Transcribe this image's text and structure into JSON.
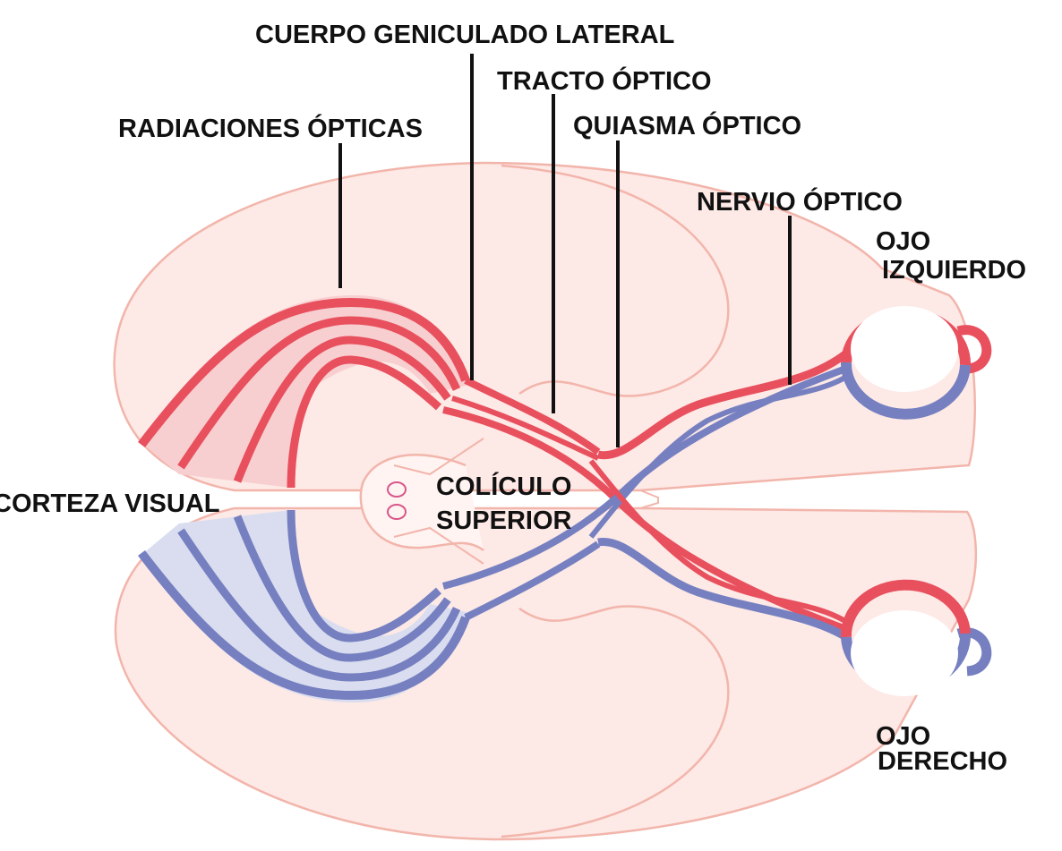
{
  "labels": {
    "lateral_geniculate": "CUERPO GENICULADO LATERAL",
    "optic_tract": "TRACTO ÓPTICO",
    "optic_radiations": "RADIACIONES ÓPTICAS",
    "optic_chiasm": "QUIASMA ÓPTICO",
    "optic_nerve": "NERVIO ÓPTICO",
    "left_eye_line1": "OJO",
    "left_eye_line2": "IZQUIERDO",
    "visual_cortex": "CORTEZA VISUAL",
    "superior_colliculus_line1": "COLÍCULO",
    "superior_colliculus_line2": "SUPERIOR",
    "right_eye_line1": "OJO",
    "right_eye_line2": "DERECHO"
  },
  "colors": {
    "brain_fill": "#fde9e6",
    "brain_outline": "#f2b5ab",
    "left_pathway": "#e8505e",
    "left_pathway_light": "#f8cfd0",
    "right_pathway": "#7680c0",
    "right_pathway_light": "#d9ddef",
    "leader_line": "#111111",
    "text": "#111111"
  }
}
